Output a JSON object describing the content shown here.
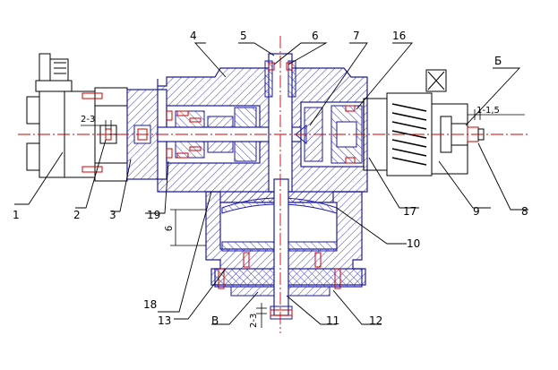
{
  "callouts": [
    {
      "id": "1",
      "text": "1"
    },
    {
      "id": "2",
      "text": "2"
    },
    {
      "id": "3",
      "text": "3"
    },
    {
      "id": "4",
      "text": "4"
    },
    {
      "id": "5",
      "text": "5"
    },
    {
      "id": "6",
      "text": "6"
    },
    {
      "id": "7",
      "text": "7"
    },
    {
      "id": "8",
      "text": "8"
    },
    {
      "id": "9",
      "text": "9"
    },
    {
      "id": "10",
      "text": "10"
    },
    {
      "id": "11",
      "text": "11"
    },
    {
      "id": "12",
      "text": "12"
    },
    {
      "id": "13",
      "text": "13"
    },
    {
      "id": "16",
      "text": "16"
    },
    {
      "id": "17",
      "text": "17"
    },
    {
      "id": "18",
      "text": "18"
    },
    {
      "id": "19",
      "text": "19"
    },
    {
      "id": "B",
      "text": "B"
    },
    {
      "id": "b",
      "text": "б"
    }
  ],
  "dimensions": {
    "gap_left": "2-3",
    "gap_right": "1-1,5",
    "gap_bottom": "2-3"
  },
  "colors": {
    "outline": "#1a1aa8",
    "hatch": "#3a3ad0",
    "centerline": "#d10000",
    "bolts": "#d10000",
    "leader": "#000000"
  }
}
